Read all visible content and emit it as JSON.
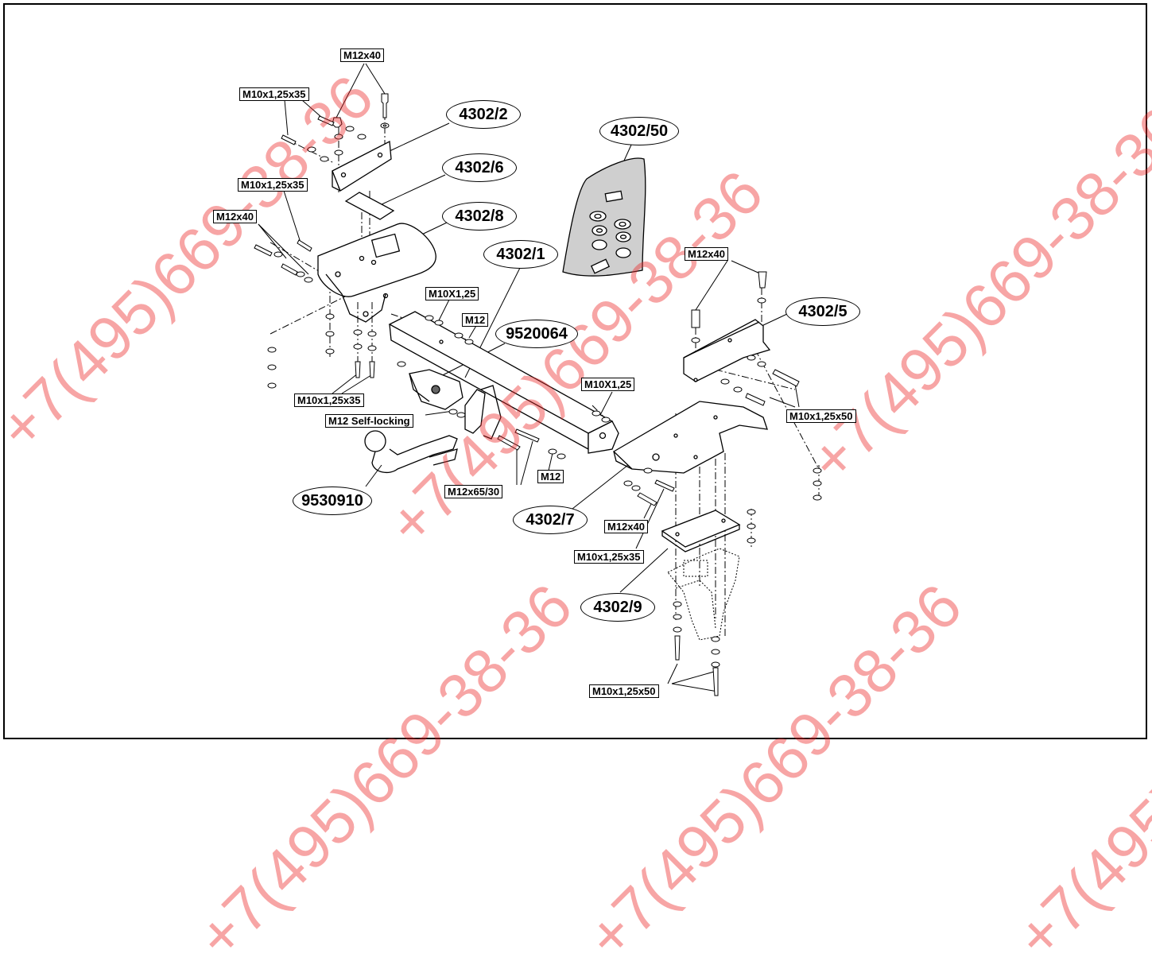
{
  "watermark": {
    "phone_text": "+7(495)669-38-36",
    "color": "#e83030"
  },
  "part_numbers": {
    "p4302_2": "4302/2",
    "p4302_6": "4302/6",
    "p4302_8": "4302/8",
    "p4302_50": "4302/50",
    "p4302_1": "4302/1",
    "p9520064": "9520064",
    "p9530910": "9530910",
    "p4302_7": "4302/7",
    "p4302_5": "4302/5",
    "p4302_9": "4302/9"
  },
  "hardware": {
    "h1": "M12x40",
    "h2": "M10x1,25x35",
    "h3": "M10x1,25x35",
    "h4": "M12x40",
    "h5": "M10X1,25",
    "h6": "M12",
    "h7": "M10x1,25x35",
    "h8": "M12 Self-locking",
    "h9": "M10X1,25",
    "h10": "M12x65/30",
    "h11": "M12",
    "h12": "M12x40",
    "h13": "M10x1,25x50",
    "h14": "M12x40",
    "h15": "M10x1,25x35",
    "h16": "M10x1,25x50"
  }
}
